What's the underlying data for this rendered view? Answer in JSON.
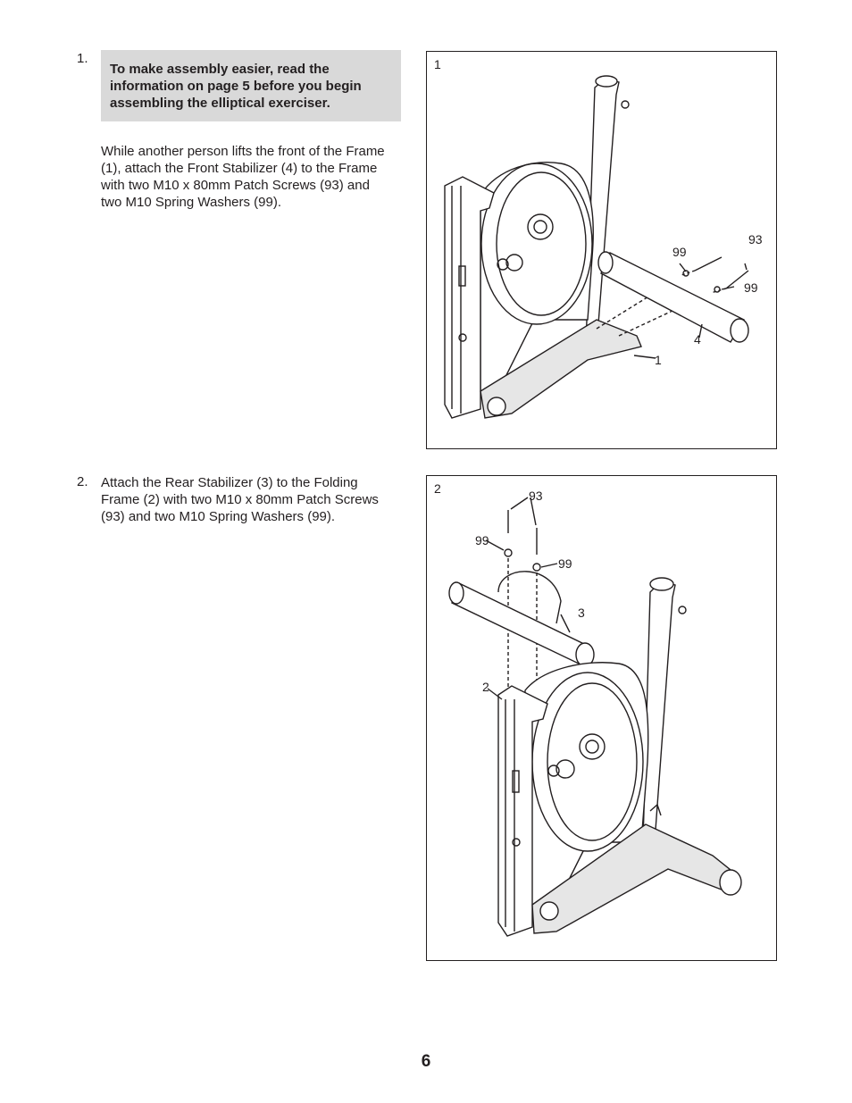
{
  "step1": {
    "number": "1.",
    "note": [
      "To make assembly easier, read the",
      "information on page 5 before you begin",
      "assembling the elliptical exerciser."
    ],
    "body": [
      "While another person lifts the front of the Frame",
      "(1), attach the Front Stabilizer (4) to the Frame",
      "with two M10 x 80mm Patch Screws (93) and",
      "two M10 Spring Washers (99)."
    ]
  },
  "step2": {
    "number": "2.",
    "body": [
      "Attach the Rear Stabilizer (3) to the Folding",
      "Frame (2) with two M10 x 80mm Patch Screws",
      "(93) and two M10 Spring Washers (99)."
    ]
  },
  "figure1": {
    "number": "1",
    "callouts": {
      "screw": "93",
      "washer_top": "99",
      "washer_right": "99",
      "stabilizer": "4",
      "frame": "1"
    }
  },
  "figure2": {
    "number": "2",
    "callouts": {
      "screw": "93",
      "washer_left": "99",
      "washer_right": "99",
      "stabilizer": "3",
      "frame": "2"
    }
  },
  "page_number": "6"
}
